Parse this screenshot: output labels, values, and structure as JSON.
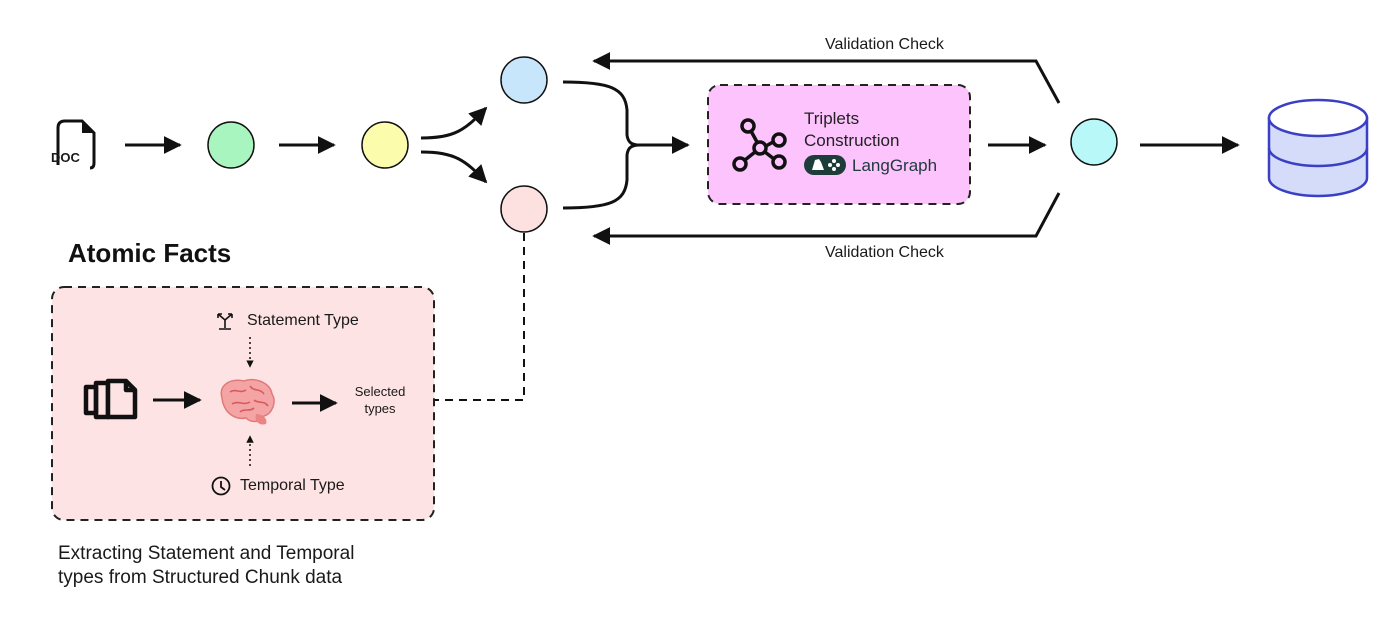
{
  "diagram": {
    "colors": {
      "node_green": "#a8f5c0",
      "node_yellow": "#fbfcac",
      "node_blue": "#c8e6fb",
      "node_pink": "#fde0e0",
      "node_cyan": "#b8f8f8",
      "triplets_box_fill": "#fcc3fc",
      "atomic_box_fill": "#fde3e3",
      "database_stroke": "#3a3fc4",
      "database_fill": "#d4dcfa",
      "langgraph_badge": "#1e3d3a",
      "stroke": "#111111"
    },
    "doc_icon": {
      "label": "DOC",
      "icon": "document-icon"
    },
    "nodes": [
      {
        "id": "node-1",
        "color_key": "node_green"
      },
      {
        "id": "node-2",
        "color_key": "node_yellow"
      },
      {
        "id": "node-3-top",
        "color_key": "node_blue"
      },
      {
        "id": "node-3-bottom",
        "color_key": "node_pink"
      },
      {
        "id": "node-4",
        "color_key": "node_cyan"
      }
    ],
    "triplets": {
      "line1": "Triplets",
      "line2": "Construction",
      "icon": "graph-network-icon",
      "badge_icon": "langgraph-logo-icon",
      "badge_text": "LangGraph"
    },
    "validation_top": "Validation Check",
    "validation_bottom": "Validation Check",
    "database": {
      "icon": "database-icon"
    },
    "atomic_facts": {
      "title": "Atomic Facts",
      "input_icon": "documents-stack-icon",
      "brain_icon": "brain-icon",
      "statement_type": "Statement Type",
      "statement_icon": "split-arrows-icon",
      "temporal_type": "Temporal Type",
      "temporal_icon": "clock-icon",
      "selected_line1": "Selected",
      "selected_line2": "types"
    },
    "caption": {
      "line1": "Extracting Statement and Temporal",
      "line2": "types from Structured Chunk data"
    }
  }
}
